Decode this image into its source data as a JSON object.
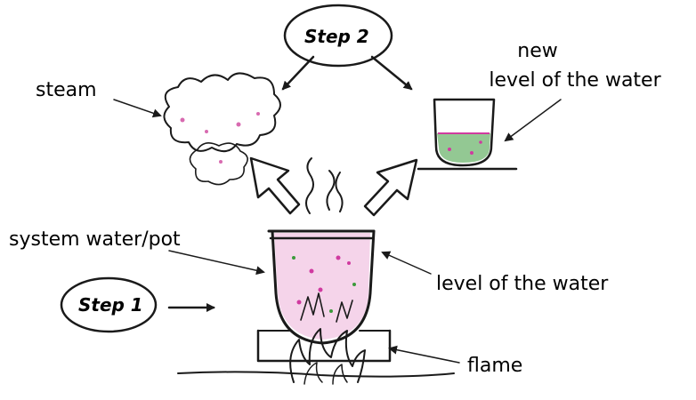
{
  "labels": {
    "step2": "Step 2",
    "step1": "Step 1",
    "steam": "steam",
    "new_level_line1": "new",
    "new_level_line2": "level of the water",
    "system": "system water/pot",
    "level": "level of the water",
    "flame": "flame"
  },
  "colors": {
    "ink": "#1a1a1a",
    "water_pink": "#d03aa0",
    "water_green": "#3a9a3a",
    "steam_pink": "#d86ab0"
  }
}
